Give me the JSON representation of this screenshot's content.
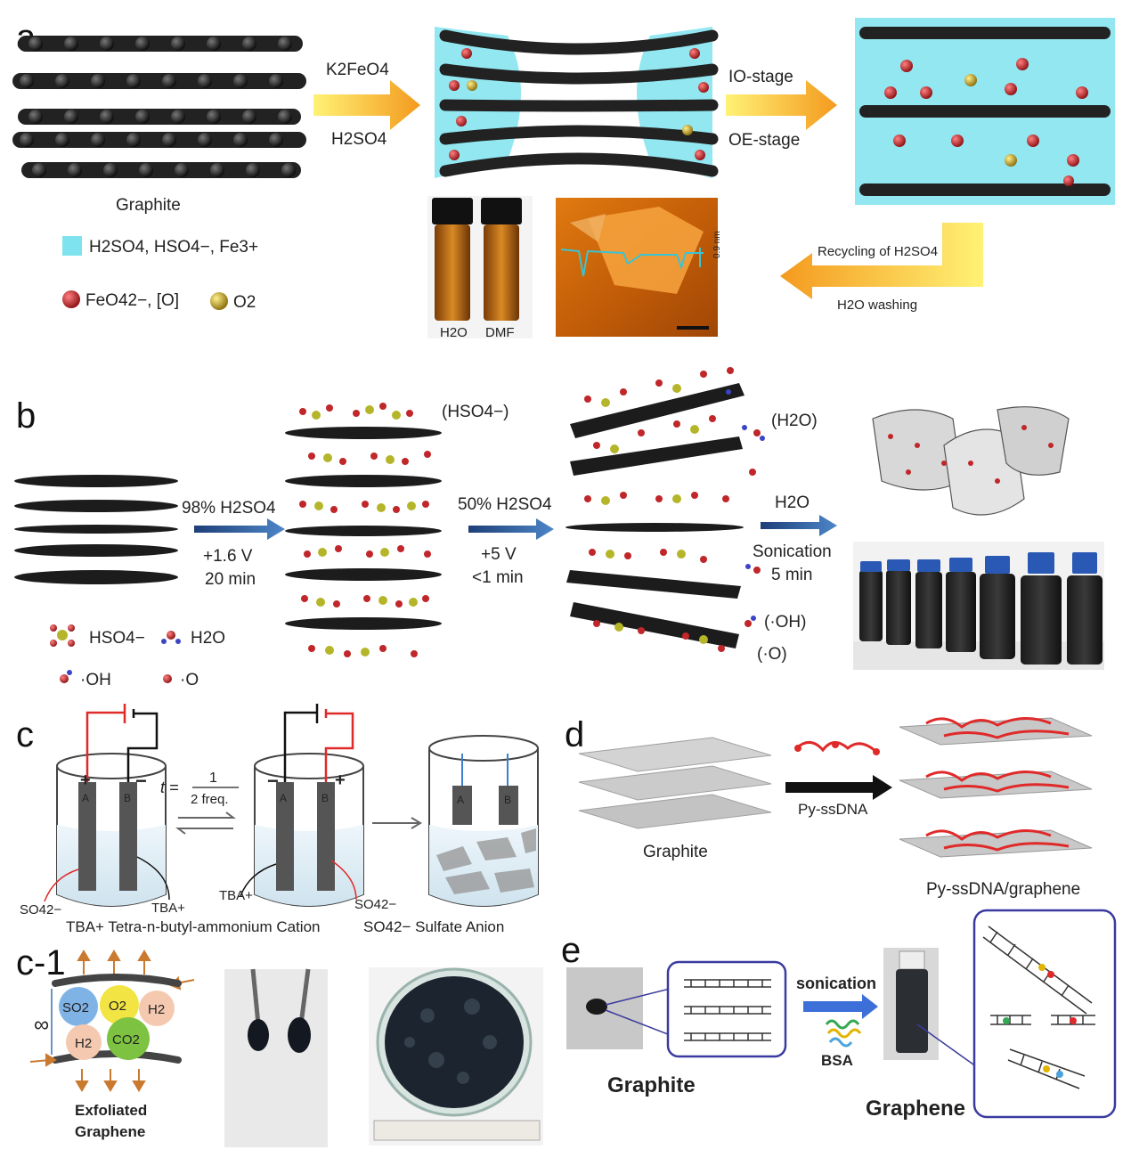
{
  "panel_a": {
    "letter": "a",
    "graphite_label": "Graphite",
    "arrow1_top": "K2FeO4",
    "arrow1_bottom": "H2SO4",
    "arrow2_top": "IO-stage",
    "arrow2_bottom": "OE-stage",
    "legend_solution": "H2SO4, HSO4−, Fe3+",
    "legend_ferrate": "FeO42−, [O]",
    "legend_oxygen": "O2",
    "vial_labels": [
      "H2O",
      "DMF"
    ],
    "afm_scale": "0.9 nm",
    "recycle_top": "Recycling of H2SO4",
    "recycle_bottom": "H2O washing"
  },
  "panel_b": {
    "letter": "b",
    "step1_top": "98% H2SO4",
    "step1_v": "+1.6 V",
    "step1_t": "20 min",
    "step2_top": "50% H2SO4",
    "step2_v": "+5 V",
    "step2_t": "<1 min",
    "step3_top": "H2O",
    "step3_mid": "Sonication",
    "step3_t": "5 min",
    "tag_hso4": "(HSO4−)",
    "tag_h2o": "(H2O)",
    "tag_oh": "(·OH)",
    "tag_o": "(·O)",
    "legend": [
      "HSO4−",
      "H2O",
      "·OH",
      "·O"
    ]
  },
  "panel_c": {
    "letter": "c",
    "electrode_a": "A",
    "electrode_b": "B",
    "time_formula_t": "t =",
    "time_formula_num": "1",
    "time_formula_den": "2 freq.",
    "so4": "SO42−",
    "tba": "TBA+",
    "legend_tba": "TBA+ Tetra-n-butyl-ammonium Cation",
    "legend_so4": "SO42− Sulfate Anion",
    "plus": "+",
    "minus": "−"
  },
  "panel_c1": {
    "letter": "c-1",
    "gases": [
      "SO2",
      "O2",
      "H2",
      "H2",
      "CO2"
    ],
    "infinity": "∞",
    "caption_1": "Exfoliated",
    "caption_2": "Graphene"
  },
  "panel_d": {
    "letter": "d",
    "graphite": "Graphite",
    "arrow": "Py-ssDNA",
    "product": "Py-ssDNA/graphene"
  },
  "panel_e": {
    "letter": "e",
    "arrow": "sonication",
    "bsa": "BSA",
    "graphite": "Graphite",
    "graphene": "Graphene"
  },
  "colors": {
    "orange_arrow": "#f5a623",
    "blue_arrow": "#2c5d9e",
    "solution": "#7fe3ef",
    "oxygen_red": "#c0262a",
    "gold": "#c7a21c",
    "red_wire": "#e02a2a"
  }
}
